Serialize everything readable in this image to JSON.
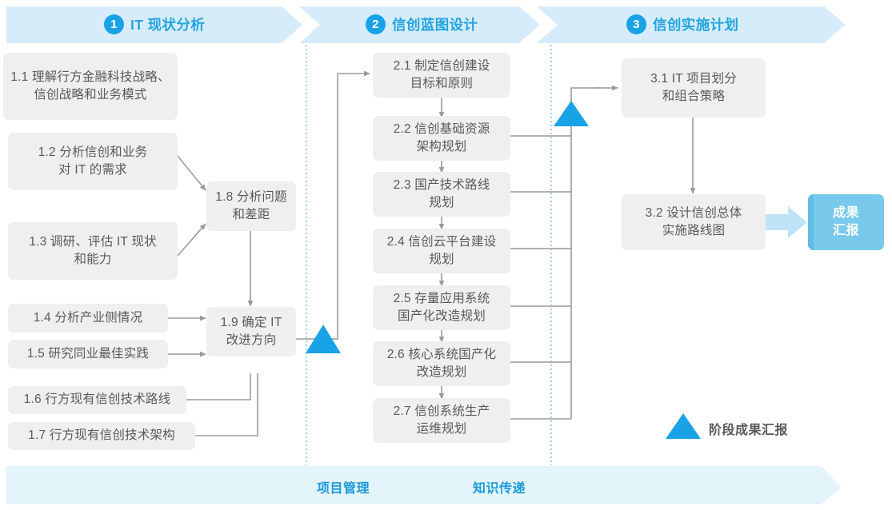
{
  "phases": [
    {
      "num": "1",
      "title": "IT 现状分析"
    },
    {
      "num": "2",
      "title": "信创蓝图设计"
    },
    {
      "num": "3",
      "title": "信创实施计划"
    }
  ],
  "nodes": {
    "n11": "1.1 理解行方金融科技战略、\n信创战略和业务模式",
    "n12": "1.2 分析信创和业务\n对 IT 的需求",
    "n13": "1.3 调研、评估 IT 现状\n和能力",
    "n14": "1.4 分析产业侧情况",
    "n15": "1.5 研究同业最佳实践",
    "n16": "1.6 行方现有信创技术路线",
    "n17": "1.7 行方现有信创技术架构",
    "n18": "1.8 分析问题\n和差距",
    "n19": "1.9 确定 IT\n改进方向",
    "n21": "2.1 制定信创建设\n目标和原则",
    "n22": "2.2 信创基础资源\n架构规划",
    "n23": "2.3 国产技术路线\n规划",
    "n24": "2.4 信创云平台建设\n规划",
    "n25": "2.5 存量应用系统\n国产化改造规划",
    "n26": "2.6 核心系统国产化\n改造规划",
    "n27": "2.7 信创系统生产\n运维规划",
    "n31": "3.1 IT 项目划分\n和组合策略",
    "n32": "3.2 设计信创总体\n实施路线图",
    "result": "成果\n汇报"
  },
  "bottom_bar": {
    "label_left": "项目管理",
    "label_right": "知识传递"
  },
  "legend": {
    "marker_label": "阶段成果汇报"
  },
  "colors": {
    "banner_blue": "#d6ecfa",
    "bottom_blue": "#e4f4fb",
    "accent": "#19a3e6",
    "node_bg": "#efefef",
    "node_text": "#595959",
    "connector": "#9a9a9a",
    "result_bg": "#79c9ec",
    "dotted_divider": "#7fc8e8"
  }
}
